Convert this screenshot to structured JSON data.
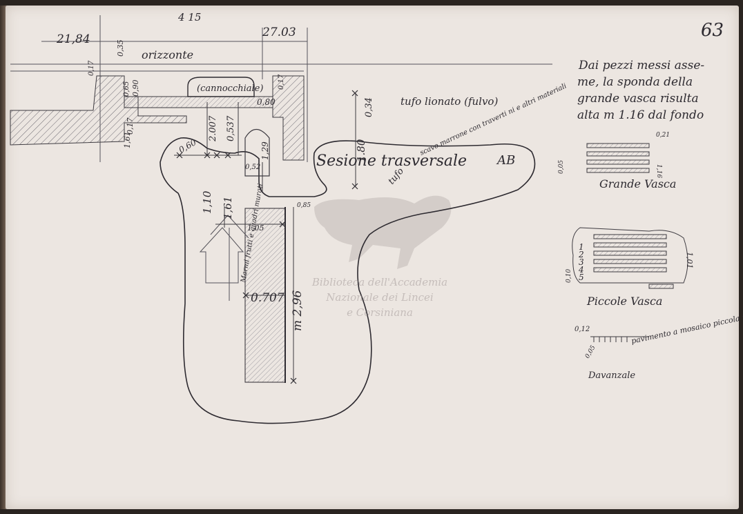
{
  "page_number": "63",
  "dimensions": {
    "d_21_84": "21,84",
    "d_4_15": "4 15",
    "d_27_03": "27.03",
    "d_0_35": "0,35",
    "d_0_90": "0,90",
    "d_0_65": "0,65",
    "d_0_17a": "0,17",
    "d_0_17b": "0,17",
    "d_0_17c": "0,17",
    "d_1_61": "1,61",
    "d_2_007": "2.007",
    "d_0_537": "0,537",
    "d_0_80": "0,80",
    "d_0_34": "0,34",
    "d_1_80": "1.80",
    "d_0_60": "0,60",
    "d_0_52": "0,52",
    "d_1_29": "1,29",
    "d_1_10": "1,10",
    "d_1_61b": "1,61",
    "d_1_05": "1,05",
    "d_0_85": "0,85",
    "d_0_707": "0.707",
    "d_2_96": "m 2,96"
  },
  "labels": {
    "orizzonte": "orizzonte",
    "cannocchiale": "(cannocchiale)",
    "tufo_lionato": "tufo lionato (fulvo)",
    "sezione": "Sesione trasversale",
    "ab": "AB",
    "tufo": "tufo",
    "scavo": "scavo marrone con traverti ni e altri materiali",
    "marmi": "Marmi frutti e quadri murati",
    "note": [
      "Dai pezzi messi asse-",
      "me, la sponda della",
      "grande vasca risulta",
      "alta  m 1.16 dal fondo"
    ],
    "grande_vasca": "Grande Vasca",
    "piccole_vasca": "Piccole Vasca",
    "numbers": [
      "1",
      "2",
      "3",
      "4",
      "5"
    ],
    "pavimento": "pavimento a mosaico piccola vasca",
    "davanzale": "Davanzale",
    "small_0_21": "0,21",
    "small_0_05": "0,05",
    "small_1_16": "1,16",
    "small_1_01": "1,01",
    "small_0_10": "0,10",
    "small_0_12": "0,12",
    "small_0_05b": "0,05"
  },
  "watermark": [
    "Biblioteca dell'Accademia",
    "Nazionale dei Lincei",
    "e Corsiniana"
  ],
  "colors": {
    "paper": "#ece6e1",
    "ink": "#2d2a30",
    "pencil": "#55535a"
  }
}
